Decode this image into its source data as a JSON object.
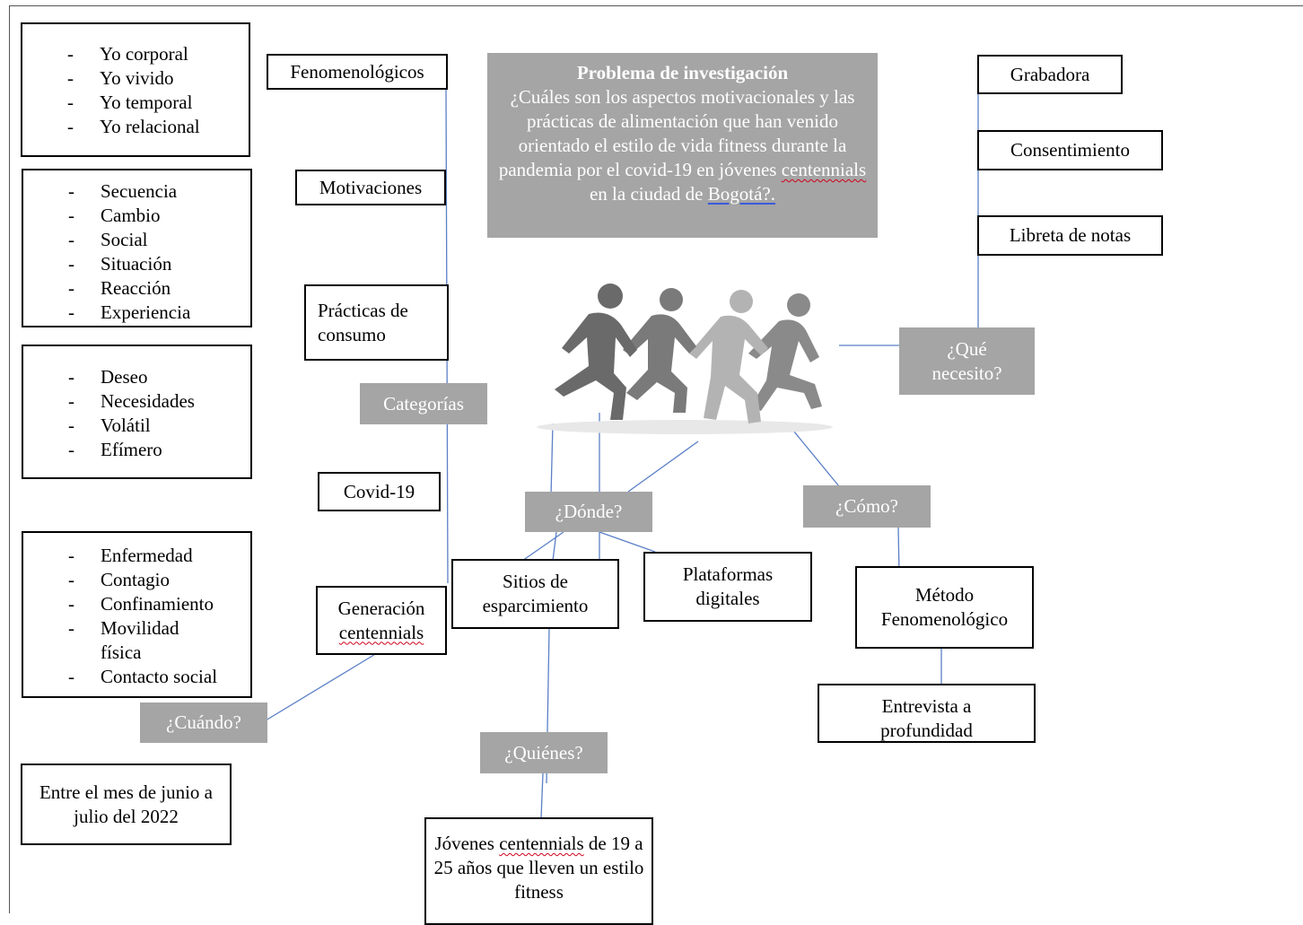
{
  "title_box": {
    "heading": "Problema de investigación",
    "question_before": "¿Cuáles son los aspectos motivacionales y las prácticas de alimentación que han venido orientado el estilo de vida fitness durante la pandemia por el covid-19 en jóvenes",
    "question_word": "centennials",
    "question_mid": "en la ciudad de",
    "question_end": "Bogotá?."
  },
  "lists": {
    "yo": [
      "Yo corporal",
      "Yo vivido",
      "Yo temporal",
      "Yo relacional"
    ],
    "secuencia": [
      "Secuencia",
      "Cambio",
      "Social",
      "Situación",
      "Reacción",
      "Experiencia"
    ],
    "deseo": [
      "Deseo",
      "Necesidades",
      "Volátil",
      "Efímero"
    ],
    "enfermedad": [
      "Enfermedad",
      "Contagio",
      "Confinamiento",
      "Movilidad física",
      "Contacto social"
    ]
  },
  "categories": {
    "fenomenologicos": "Fenomenológicos",
    "motivaciones": "Motivaciones",
    "practicas": "Prácticas de consumo",
    "covid": "Covid-19",
    "generacion_line1": "Generación",
    "generacion_line2": "centennials",
    "label": "Categorías"
  },
  "needs": {
    "label": "¿Qué necesito?",
    "items": [
      "Grabadora",
      "Consentimiento",
      "Libreta de notas"
    ]
  },
  "where": {
    "label": "¿Dónde?",
    "sitios": "Sitios de esparcimiento",
    "plataformas": "Plataformas digitales"
  },
  "how": {
    "label": "¿Cómo?",
    "metodo": "Método Fenomenológico",
    "entrevista": "Entrevista a profundidad"
  },
  "when": {
    "label": "¿Cuándo?",
    "period": "Entre el mes de junio a julio del 2022"
  },
  "who": {
    "label": "¿Quiénes?",
    "text_before": "Jóvenes",
    "text_word": "centennials",
    "text_after": "de 19 a 25 años que lleven un estilo fitness"
  },
  "colors": {
    "gray_box": "#a5a5a5",
    "connector": "#5b7fc7",
    "runner": "#6f6f6f"
  }
}
